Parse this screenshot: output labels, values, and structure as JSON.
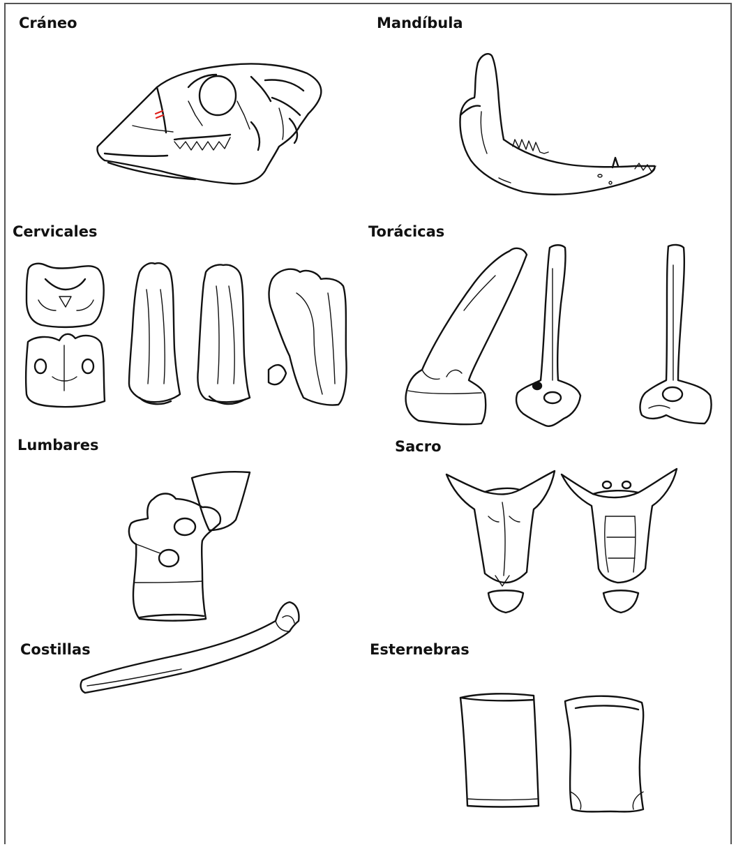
{
  "sections": [
    {
      "id": "craneo",
      "title": "Cráneo"
    },
    {
      "id": "mandibula",
      "title": "Mandíbula"
    },
    {
      "id": "cervicales",
      "title": "Cervicales"
    },
    {
      "id": "toracicas",
      "title": "Torácicas"
    },
    {
      "id": "lumbares",
      "title": "Lumbares"
    },
    {
      "id": "sacro",
      "title": "Sacro"
    },
    {
      "id": "costillas",
      "title": "Costillas"
    },
    {
      "id": "esternebras",
      "title": "Esternebras"
    }
  ],
  "colors": {
    "line": "#111111",
    "marker": "#e0201b",
    "frame": "#555555"
  }
}
